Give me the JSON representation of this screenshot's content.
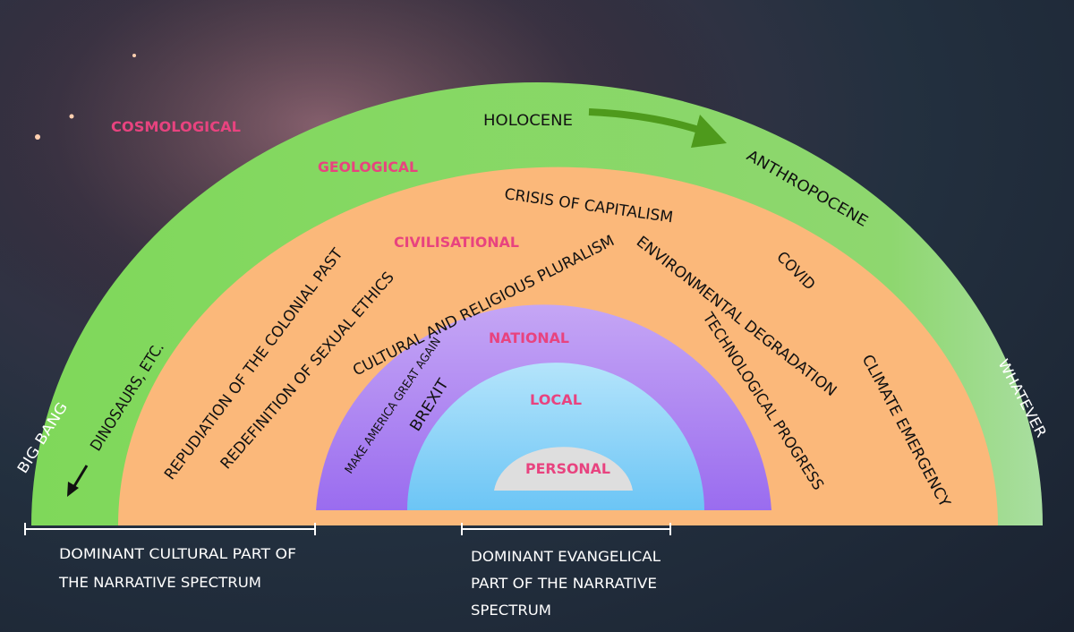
{
  "levels": {
    "cosmological": "COSMOLOGICAL",
    "geological": "GEOLOGICAL",
    "civilisational": "CIVILISATIONAL",
    "national": "NATIONAL",
    "local": "LOCAL",
    "personal": "PERSONAL"
  },
  "geological_items": {
    "holocene": "HOLOCENE",
    "anthropocene": "ANTHROPOCENE",
    "dinosaurs": "DINOSAURS, ETC."
  },
  "cosmological_items": {
    "big_bang": "BIG BANG",
    "whatever": "WHATEVER"
  },
  "civilisational_items": {
    "crisis": "CRISIS OF CAPITALISM",
    "covid": "COVID",
    "environmental": "ENVIRONMENTAL DEGRADATION",
    "technological": "TECHNOLOGICAL PROGRESS",
    "climate": "CLIMATE EMERGENCY",
    "colonial": "REPUDIATION OF THE COLONIAL PAST",
    "sexual": "REDEFINITION OF SEXUAL ETHICS",
    "pluralism": "CULTURAL AND RELIGIOUS PLURALISM"
  },
  "national_items": {
    "maga": "MAKE AMERICA GREAT AGAIN",
    "brexit": "BREXIT"
  },
  "notes": {
    "cultural_line1": "DOMINANT CULTURAL PART OF",
    "cultural_line2": "THE NARRATIVE SPECTRUM",
    "evangelical_line1": "DOMINANT EVANGELICAL",
    "evangelical_line2": "PART OF THE NARRATIVE",
    "evangelical_line3": "SPECTRUM"
  },
  "colors": {
    "green": "#8fdc6a",
    "orange": "#fbb87a",
    "purple": "#a98af0",
    "blue": "#8fd3f7",
    "gray": "#dcdcdc",
    "pink": "#e8437f"
  }
}
